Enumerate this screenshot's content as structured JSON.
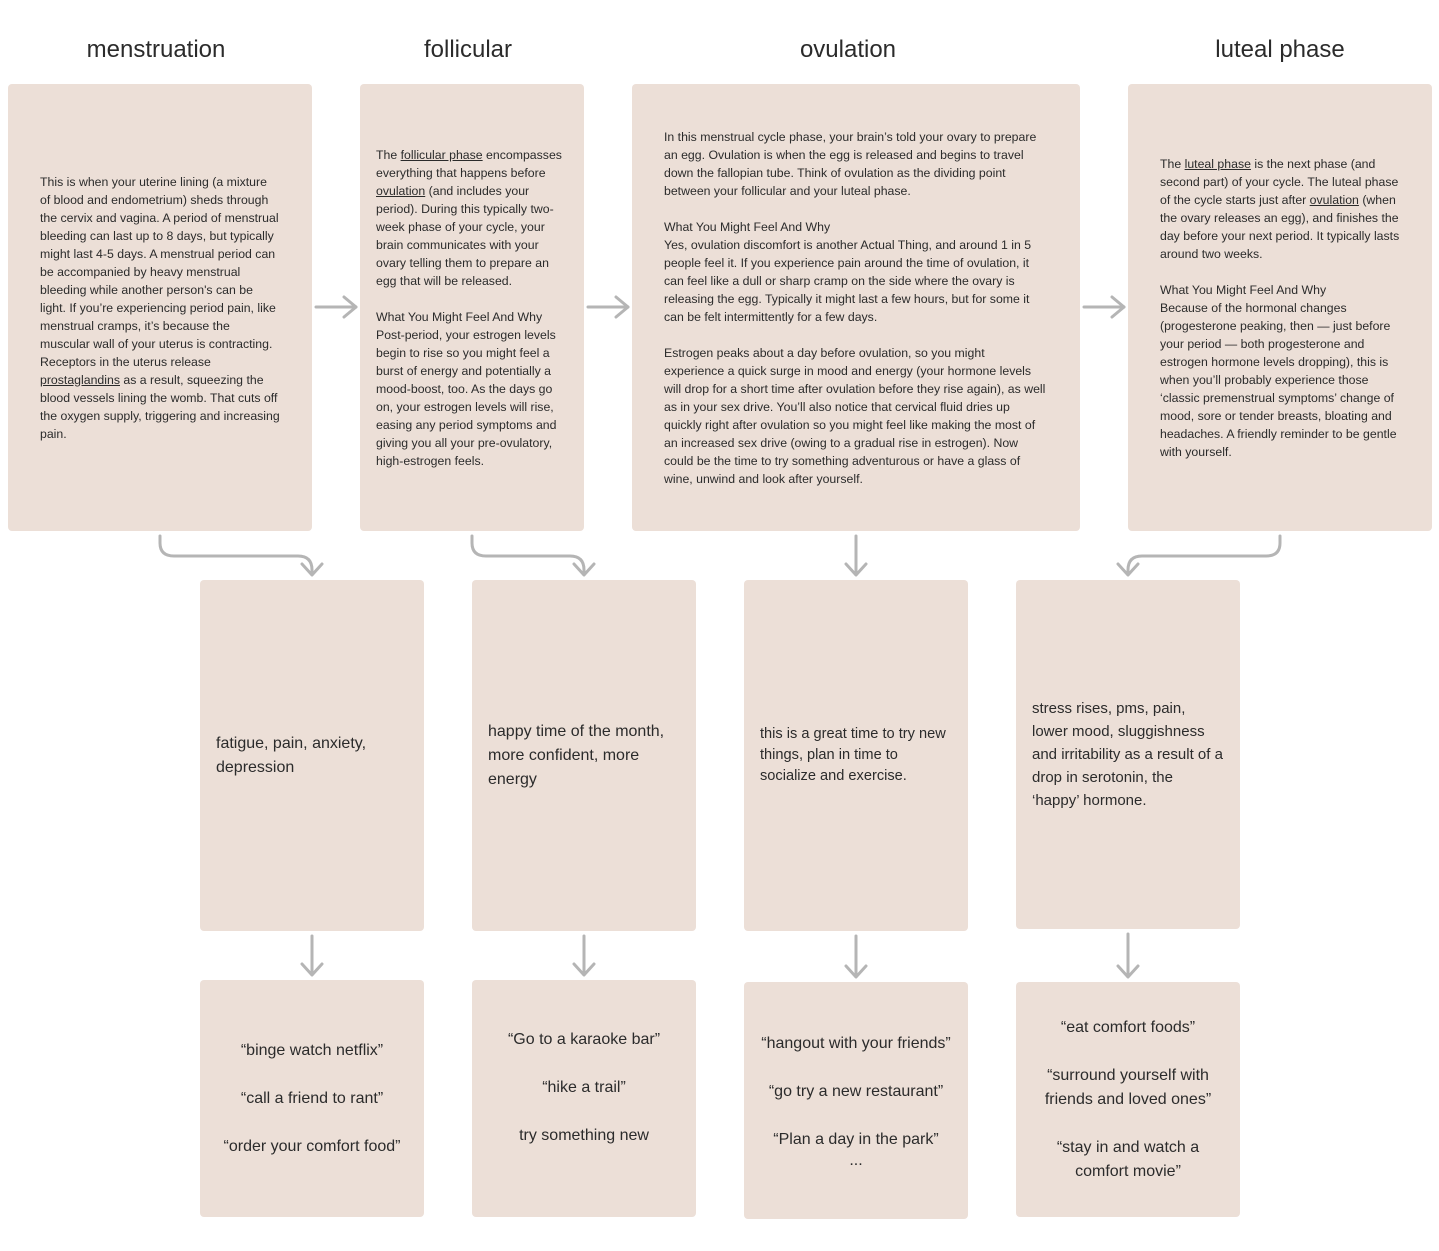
{
  "phases": [
    {
      "title": "menstruation",
      "description": [
        [
          {
            "t": "This is when your uterine lining (a mixture of blood and endometrium) sheds through the cervix and vagina. A period of menstrual bleeding can last up to 8 days, but typically might last 4-5 days. A menstrual period can be accompanied by heavy menstrual bleeding while another person's can be light. If you’re experiencing period pain, like menstrual cramps, it’s because the muscular wall of your uterus is contracting. Receptors in the uterus release "
          },
          {
            "t": "prostaglandins",
            "u": true
          },
          {
            "t": " as a result, squeezing the blood vessels lining the womb. That cuts off the oxygen supply, triggering and increasing pain."
          }
        ]
      ],
      "feelings": "fatigue, pain, anxiety, depression",
      "suggestions": [
        "“binge watch netflix”",
        "“call a friend to rant”",
        "“order your comfort food”"
      ]
    },
    {
      "title": "follicular",
      "description": [
        [
          {
            "t": "The "
          },
          {
            "t": "follicular phase",
            "u": true
          },
          {
            "t": " encompasses everything that happens before "
          },
          {
            "t": "ovulation",
            "u": true
          },
          {
            "t": " (and includes your period). During this typically two-week phase of your cycle, your brain communicates with your ovary telling them to prepare an egg that will be released."
          }
        ],
        [
          {
            "t": "What You Might Feel And Why\nPost-period, your estrogen levels begin to rise so you might feel a burst of energy and potentially a mood-boost, too. As the days go on, your estrogen levels will rise, easing any period symptoms and giving you all your pre-ovulatory, high-estrogen feels."
          }
        ]
      ],
      "feelings": "happy time of the month, more confident, more energy",
      "suggestions": [
        "“Go to a karaoke bar”",
        "“hike a trail”",
        "try something new"
      ]
    },
    {
      "title": "ovulation",
      "description": [
        [
          {
            "t": "In this menstrual cycle phase, your brain’s told your ovary to prepare an egg. Ovulation is when the egg is released and begins to travel down the fallopian tube. Think of ovulation as the dividing point between your follicular and your luteal phase."
          }
        ],
        [
          {
            "t": "What You Might Feel And Why\nYes, ovulation discomfort is another Actual Thing, and around 1 in 5 people feel it. If you experience pain around the time of ovulation, it can feel like a dull or sharp cramp on the side where the ovary is releasing the egg. Typically it might last a few hours, but for some it can be felt intermittently for a few days."
          }
        ],
        [
          {
            "t": "Estrogen peaks about a day before ovulation, so you might experience a quick surge in mood and energy (your hormone levels will drop for a short time after ovulation before they rise again), as well as in your sex drive. You’ll also notice that cervical fluid dries up quickly right after ovulation so you might feel like making the most of an increased sex drive (owing to a gradual rise in estrogen). Now could be the time to try something adventurous or have a glass of wine, unwind and look after yourself."
          }
        ]
      ],
      "feelings": "this is a great time to try new things, plan in time to socialize and exercise.",
      "suggestions": [
        "“hangout with your friends”",
        "“go try a new restaurant”",
        "“Plan a day in the park”"
      ],
      "suggestions_more": "..."
    },
    {
      "title": "luteal phase",
      "description": [
        [
          {
            "t": "The "
          },
          {
            "t": "luteal phase",
            "u": true
          },
          {
            "t": " is the next phase (and second part) of your cycle. The luteal phase of the cycle starts just after "
          },
          {
            "t": "ovulation",
            "u": true
          },
          {
            "t": " (when the ovary releases an egg), and finishes the day before your next period. It typically lasts around two weeks."
          }
        ],
        [
          {
            "t": "What You Might Feel And Why\nBecause of the hormonal changes (progesterone peaking, then — just before your period — both progesterone and estrogen hormone levels dropping), this is when you’ll probably experience those ‘classic premenstrual symptoms’ change of mood, sore or tender breasts, bloating and headaches. A friendly reminder to be gentle with yourself."
          }
        ]
      ],
      "feelings": "stress rises, pms, pain, lower mood, sluggishness and irritability as a result of a drop in serotonin, the ‘happy’ hormone.",
      "suggestions": [
        "“eat comfort foods”",
        "“surround yourself with friends and loved ones”",
        "“stay in and watch a comfort movie”"
      ]
    }
  ],
  "colors": {
    "card": "#ecdfd7",
    "arrow": "#b5b5b5",
    "text": "#2b2b2b"
  }
}
